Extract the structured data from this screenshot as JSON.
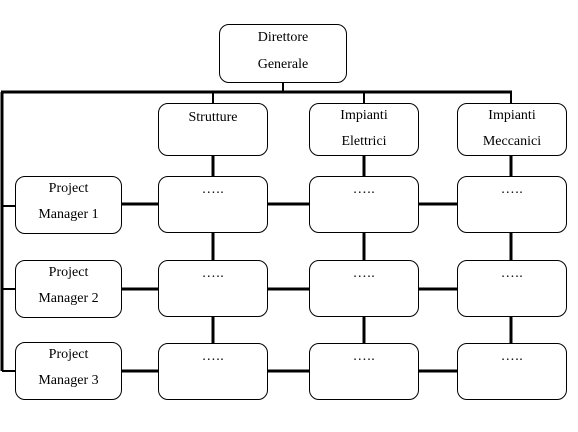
{
  "director": {
    "line1": "Direttore",
    "line2": "Generale"
  },
  "departments": [
    {
      "line1": "Strutture",
      "line2": ""
    },
    {
      "line1": "Impianti",
      "line2": "Elettrici"
    },
    {
      "line1": "Impianti",
      "line2": "Meccanici"
    }
  ],
  "project_managers": [
    {
      "line1": "Project",
      "line2": "Manager 1"
    },
    {
      "line1": "Project",
      "line2": "Manager 2"
    },
    {
      "line1": "Project",
      "line2": "Manager 3"
    }
  ],
  "matrix_cells": [
    [
      "…..",
      "…..",
      "….."
    ],
    [
      "…..",
      "…..",
      "….."
    ],
    [
      "…..",
      "…..",
      "….."
    ]
  ]
}
